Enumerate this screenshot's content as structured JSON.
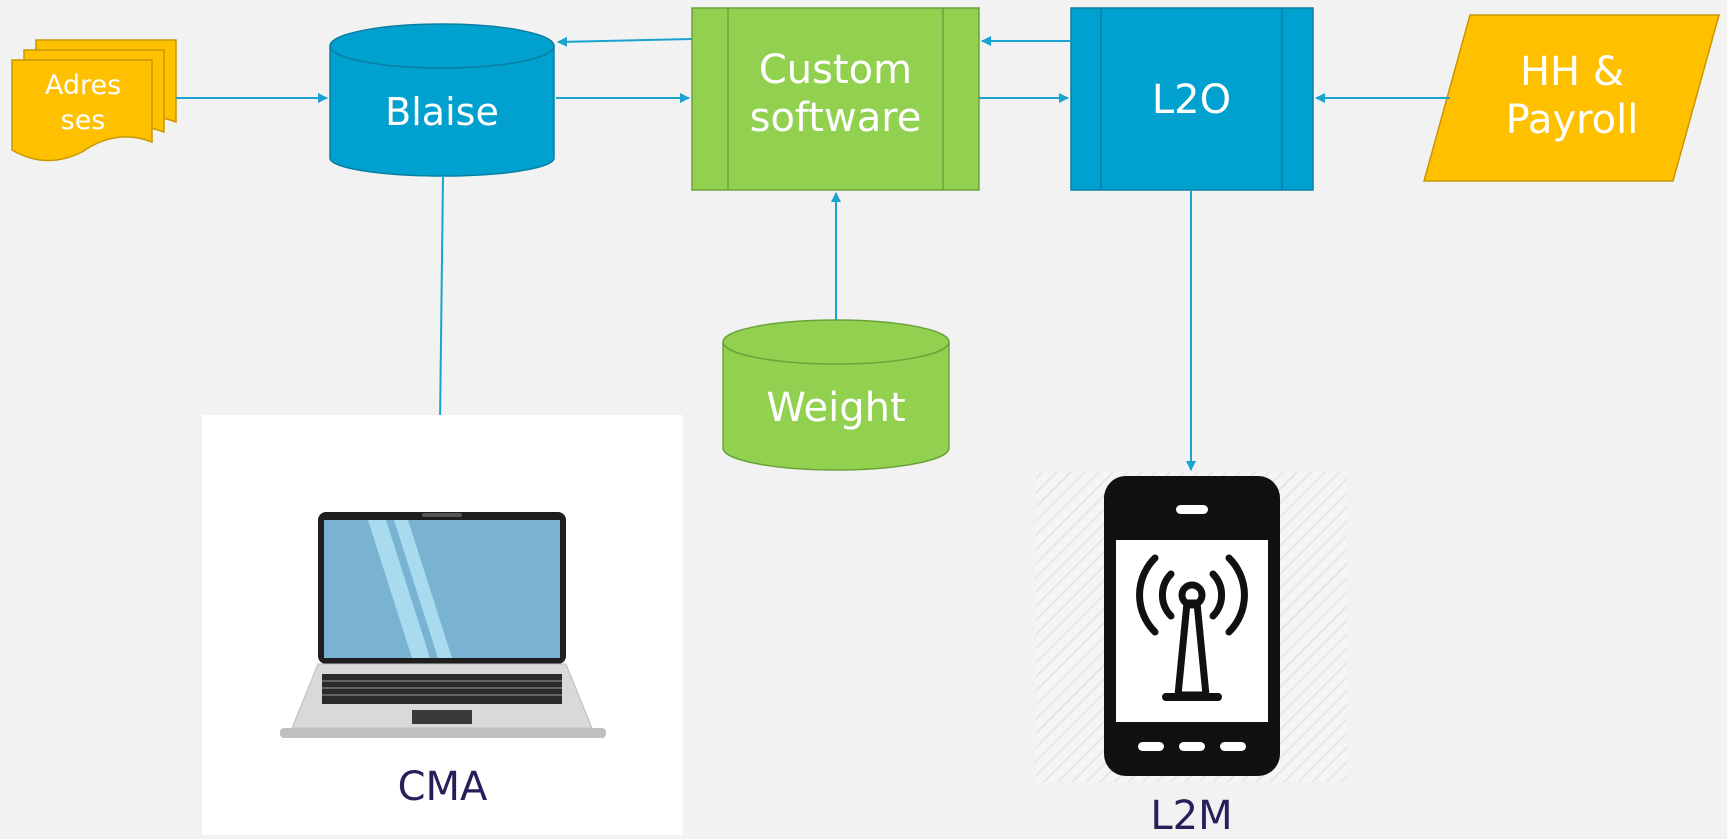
{
  "nodes": {
    "addresses": {
      "line1": "Adres",
      "line2": "ses"
    },
    "blaise": {
      "label": "Blaise"
    },
    "custom_software": {
      "line1": "Custom",
      "line2": "software"
    },
    "l2o": {
      "label": "L2O"
    },
    "hh_payroll": {
      "line1": "HH &",
      "line2": "Payroll"
    },
    "weight": {
      "label": "Weight"
    }
  },
  "devices": {
    "cma": {
      "caption": "CMA"
    },
    "l2m": {
      "caption": "L2M"
    }
  },
  "colors": {
    "background": "#f2f2f2",
    "blue": "#00a1cf",
    "blue_dark": "#0a7fa3",
    "green": "#92d050",
    "green_dark": "#6aa33a",
    "yellow": "#ffc000",
    "yellow_dark": "#c99700",
    "arrow": "#1ba3cf",
    "caption": "#2b1c5a"
  }
}
